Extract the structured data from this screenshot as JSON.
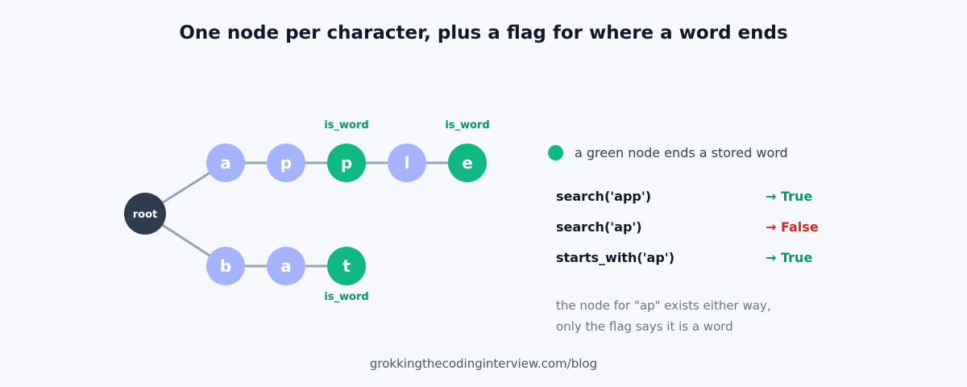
{
  "title": "One node per character, plus a flag for where a word ends",
  "colors": {
    "root": "#2f3b4f",
    "node": "#a5b4fc",
    "word_end": "#10b981",
    "edge": "#94a3b8",
    "flag_text": "#059669",
    "true_text": "#059669",
    "false_text": "#dc2626"
  },
  "tree": {
    "root": {
      "label": "root"
    },
    "branches": [
      {
        "id": "apple",
        "nodes": [
          {
            "char": "a",
            "is_word": false
          },
          {
            "char": "p",
            "is_word": false
          },
          {
            "char": "p",
            "is_word": true
          },
          {
            "char": "l",
            "is_word": false
          },
          {
            "char": "e",
            "is_word": true
          }
        ]
      },
      {
        "id": "bat",
        "nodes": [
          {
            "char": "b",
            "is_word": false
          },
          {
            "char": "a",
            "is_word": false
          },
          {
            "char": "t",
            "is_word": true
          }
        ]
      }
    ],
    "flag_text": "is_word"
  },
  "legend": {
    "text": "a green node ends a stored word"
  },
  "queries": [
    {
      "call": "search('app')",
      "result": "→ True",
      "ok": true
    },
    {
      "call": "search('ap')",
      "result": "→ False",
      "ok": false
    },
    {
      "call": "starts_with('ap')",
      "result": "→ True",
      "ok": true
    }
  ],
  "note": {
    "line1": "the node for \"ap\" exists either way,",
    "line2": "only the flag says it is a word"
  },
  "footer": "grokkingthecodinginterview.com/blog"
}
